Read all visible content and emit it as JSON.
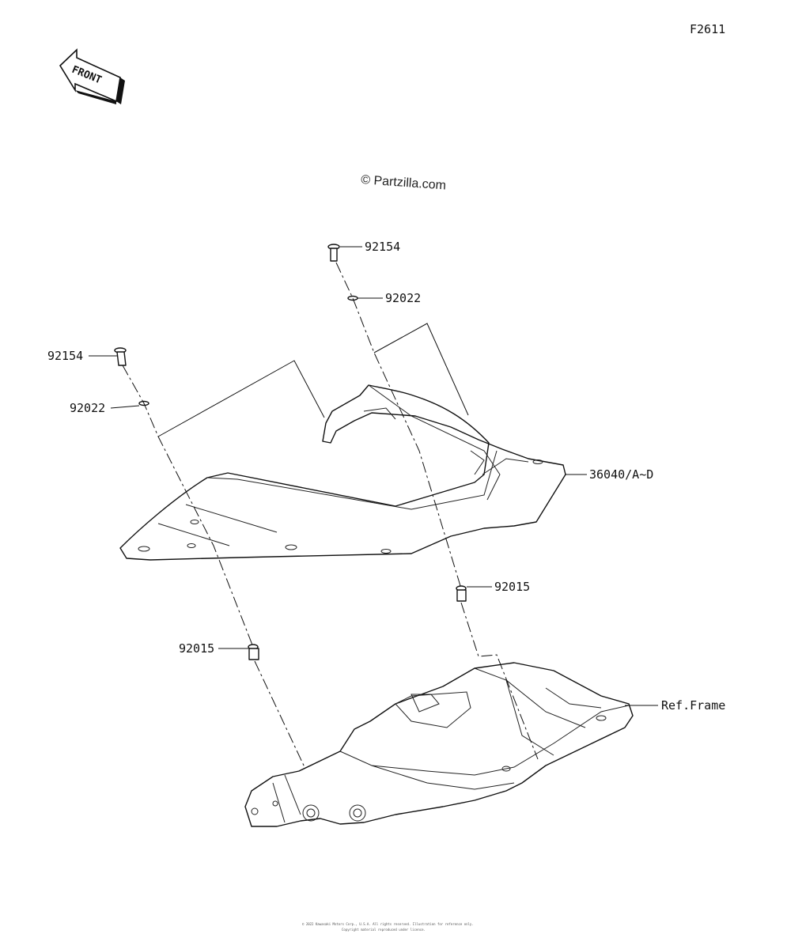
{
  "diagram_code": "F2611",
  "watermark": "© Partzilla.com",
  "front_arrow_label": "FRONT",
  "callouts": {
    "bolt_top": "92154",
    "washer_top": "92022",
    "bolt_left": "92154",
    "washer_left": "92022",
    "cover": "36040/A~D",
    "grommet_right": "92015",
    "grommet_left": "92015",
    "frame_ref": "Ref.Frame"
  },
  "footer_line1": "© 2022 Kawasaki Motors Corp., U.S.A. All rights reserved. Illustration for reference only.",
  "footer_line2": "Copyright material reproduced under licence."
}
